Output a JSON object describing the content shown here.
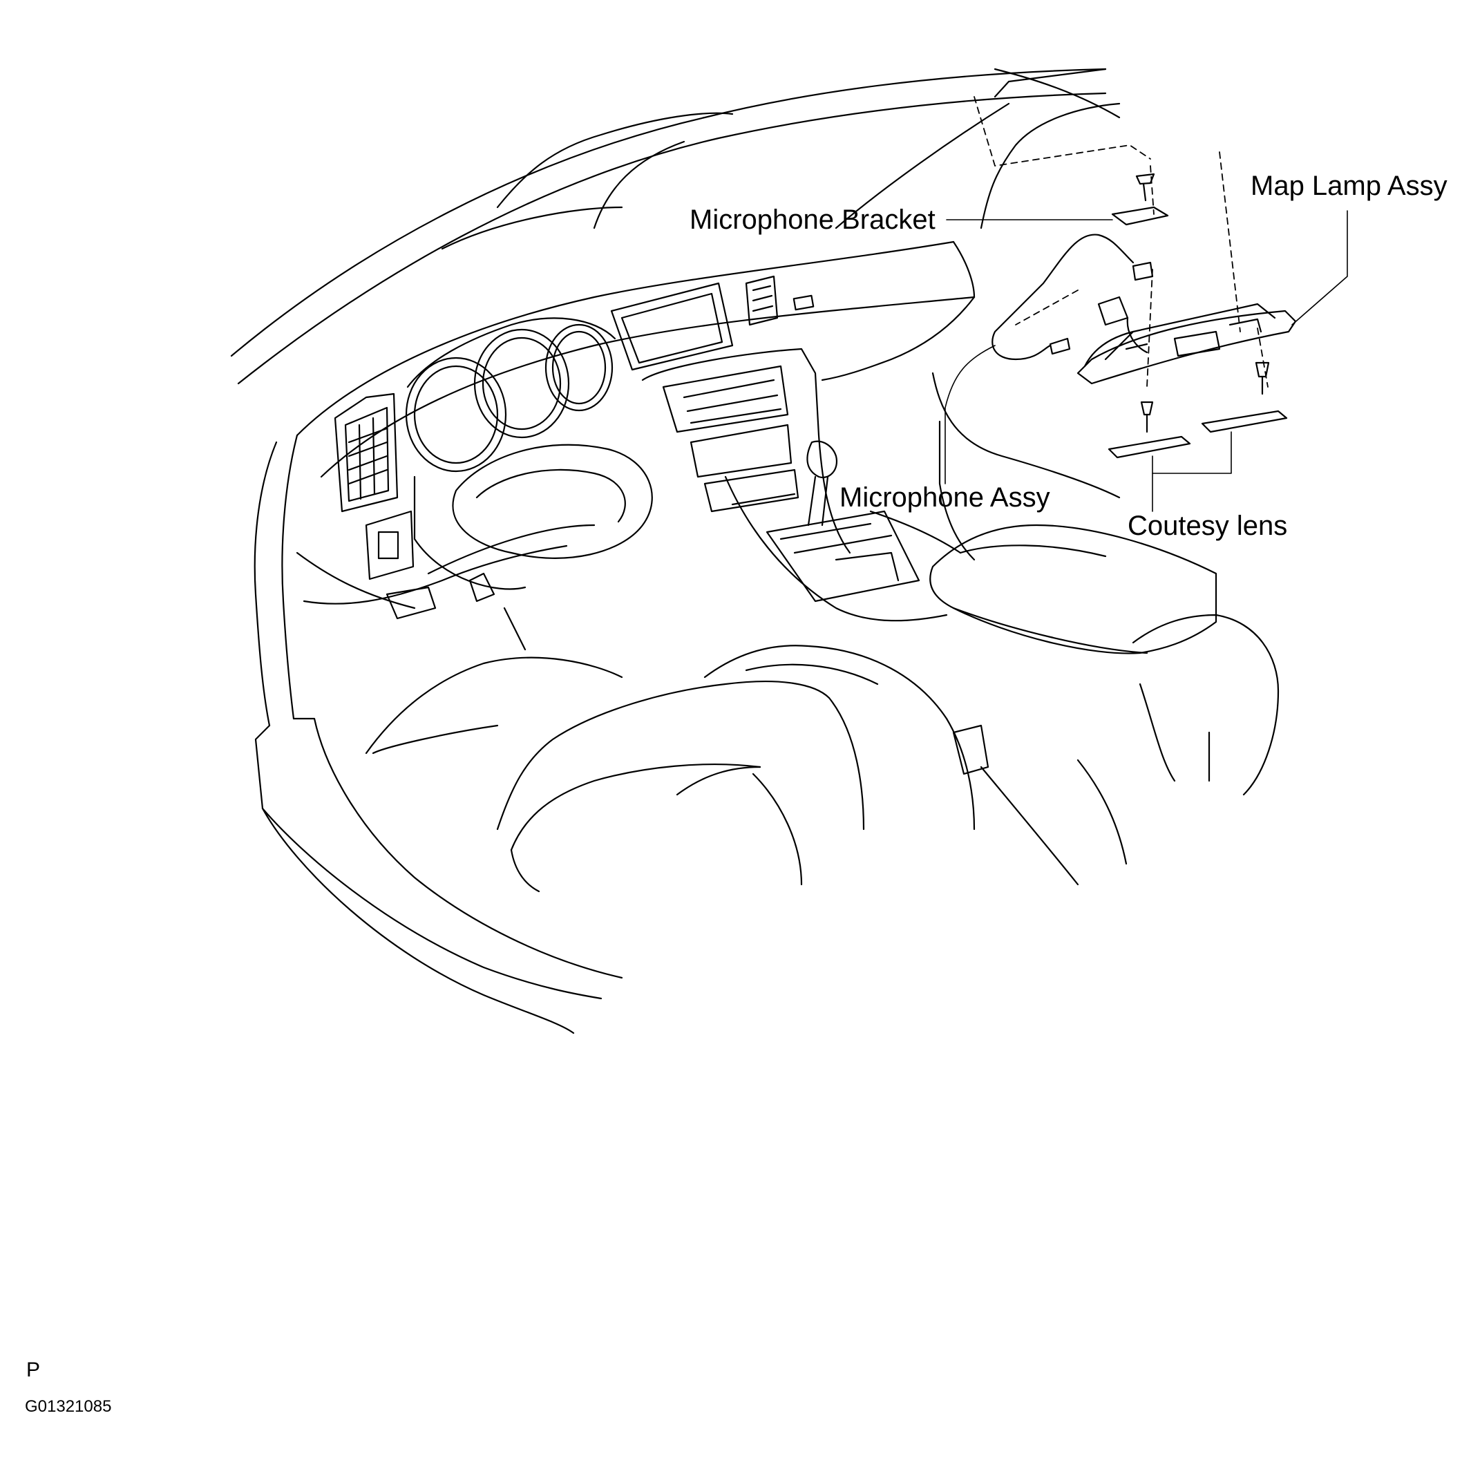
{
  "labels": {
    "microphone_bracket": "Microphone Bracket",
    "map_lamp_assy": "Map Lamp Assy",
    "microphone_assy": "Microphone Assy",
    "courtesy_lens": "Coutesy lens"
  },
  "footer": {
    "view_code": "P",
    "figure_id": "G01321085"
  }
}
